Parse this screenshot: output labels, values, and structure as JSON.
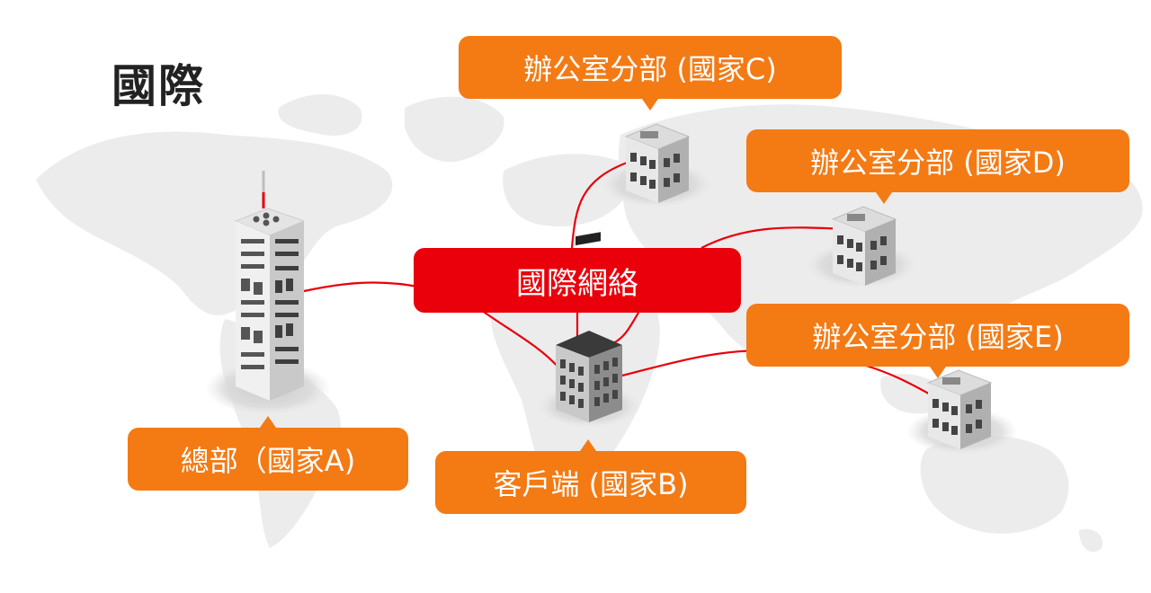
{
  "title": "國際",
  "network": {
    "label": "國際網絡"
  },
  "offices": {
    "hq": {
      "label": "總部（國家A)"
    },
    "client": {
      "label": "客戶端 (國家B)"
    },
    "branch_c": {
      "label": "辦公室分部 (國家C)"
    },
    "branch_d": {
      "label": "辦公室分部 (國家D)"
    },
    "branch_e": {
      "label": "辦公室分部 (國家E)"
    }
  },
  "colors": {
    "callout": "#f47a14",
    "network": "#e9000b",
    "link": "#e8000b",
    "title": "#222222",
    "map": "#ececec"
  },
  "icons": [
    "world-map",
    "hq-tower-icon",
    "client-building-icon",
    "office-building-icon"
  ]
}
